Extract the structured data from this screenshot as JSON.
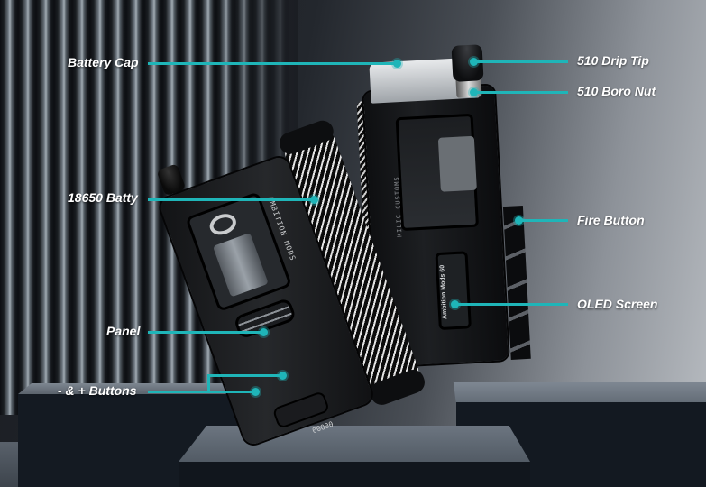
{
  "colors": {
    "callout": "#1fb5b8",
    "label_text": "#ffffff"
  },
  "callouts": {
    "battery_cap": "Battery Cap",
    "drip_tip": "510 Drip Tip",
    "boro_nut": "510 Boro Nut",
    "battery": "18650 Batty",
    "fire_button": "Fire Button",
    "panel": "Panel",
    "oled_screen": "OLED Screen",
    "buttons": "- & + Buttons"
  },
  "device_text": {
    "left_brand": "AMBITION MODS",
    "right_brand": "KILIC CUSTOMS",
    "oled": "Ambition Mods 60",
    "serial": "00000"
  }
}
